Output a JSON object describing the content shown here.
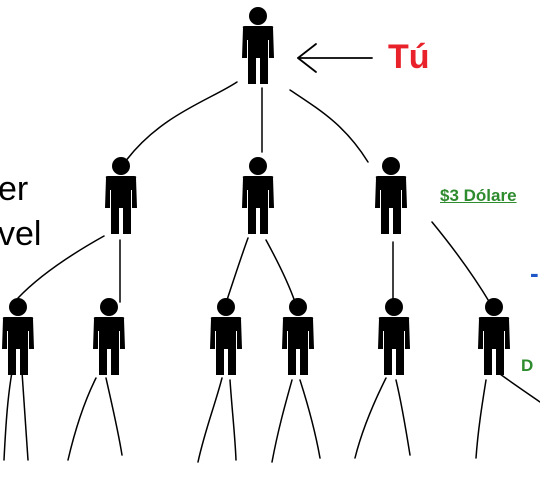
{
  "you_label": "Tú",
  "level_text_line1": "er",
  "level_text_line2": "vel",
  "money_label": "$3 Dólare",
  "money_label_2": "D",
  "blue_dash": "-",
  "colors": {
    "you": "#e8212a",
    "money": "#2e8b2e",
    "blue": "#1f57c8",
    "figure": "#000000",
    "line": "#000000"
  },
  "icons": {
    "person": "person-icon",
    "arrow": "arrow-left-icon"
  },
  "tree": {
    "root": {
      "name": "you"
    },
    "levels": [
      {
        "name": "level-2",
        "count": 3
      },
      {
        "name": "level-3",
        "count": 6
      }
    ]
  }
}
